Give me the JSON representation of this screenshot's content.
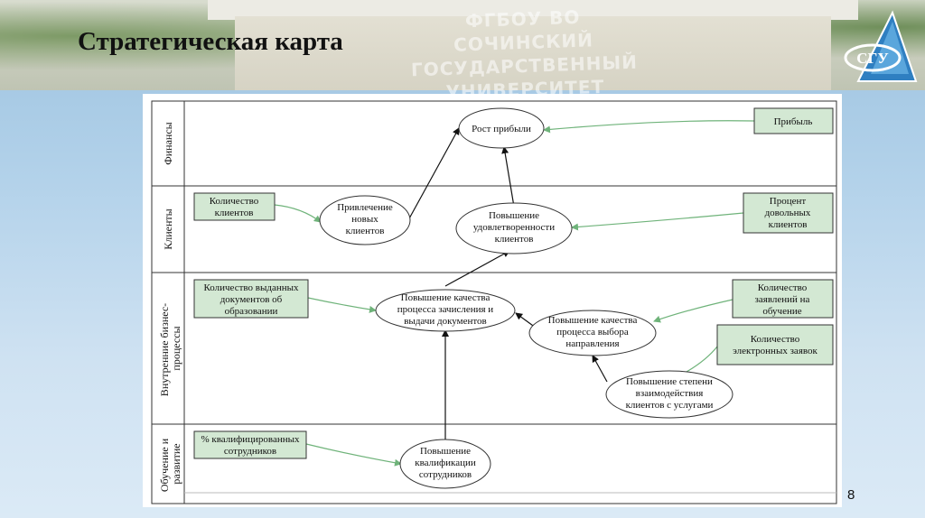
{
  "slide": {
    "title": "Стратегическая карта",
    "page_number": "8",
    "watermark": [
      "ФГБОУ ВО",
      "СОЧИНСКИЙ",
      "ГОСУДАРСТВЕННЫЙ УНИВЕРСИТЕТ"
    ],
    "logo_text": "СГУ"
  },
  "diagram": {
    "lanes": [
      {
        "label": "Финансы"
      },
      {
        "label": "Клиенты"
      },
      {
        "label": [
          "Внутренние бизнес-",
          "процессы"
        ]
      },
      {
        "label": [
          "Обучение и",
          "развитие"
        ]
      }
    ],
    "boxes": {
      "profit": [
        "Прибыль"
      ],
      "client_count": [
        "Количество",
        "клиентов"
      ],
      "satisfied_pct": [
        "Процент",
        "довольных",
        "клиентов"
      ],
      "docs_count": [
        "Количество выданных",
        "документов об",
        "образовании"
      ],
      "applications": [
        "Количество",
        "заявлений на",
        "обучение"
      ],
      "e_applications": [
        "Количество",
        "электронных заявок"
      ],
      "qualified_pct": [
        "% квалифицированных",
        "сотрудников"
      ]
    },
    "ovals": {
      "profit_growth": [
        "Рост прибыли"
      ],
      "attract_clients": [
        "Привлечение",
        "новых",
        "клиентов"
      ],
      "satisfaction": [
        "Повышение",
        "удовлетворенности",
        "клиентов"
      ],
      "enrollment_quality": [
        "Повышение качества",
        "процесса зачисления и",
        "выдачи документов"
      ],
      "direction_quality": [
        "Повышение качества",
        "процесса выбора",
        "направления"
      ],
      "interaction": [
        "Повышение степени",
        "взаимодействия",
        "клиентов с услугами"
      ],
      "staff_qual": [
        "Повышение",
        "квалификации",
        "сотрудников"
      ]
    },
    "colors": {
      "box_fill": "#d3e8d3",
      "green_arrow": "#6fb37a",
      "black_arrow": "#111111",
      "lane_border": "#333333"
    }
  }
}
